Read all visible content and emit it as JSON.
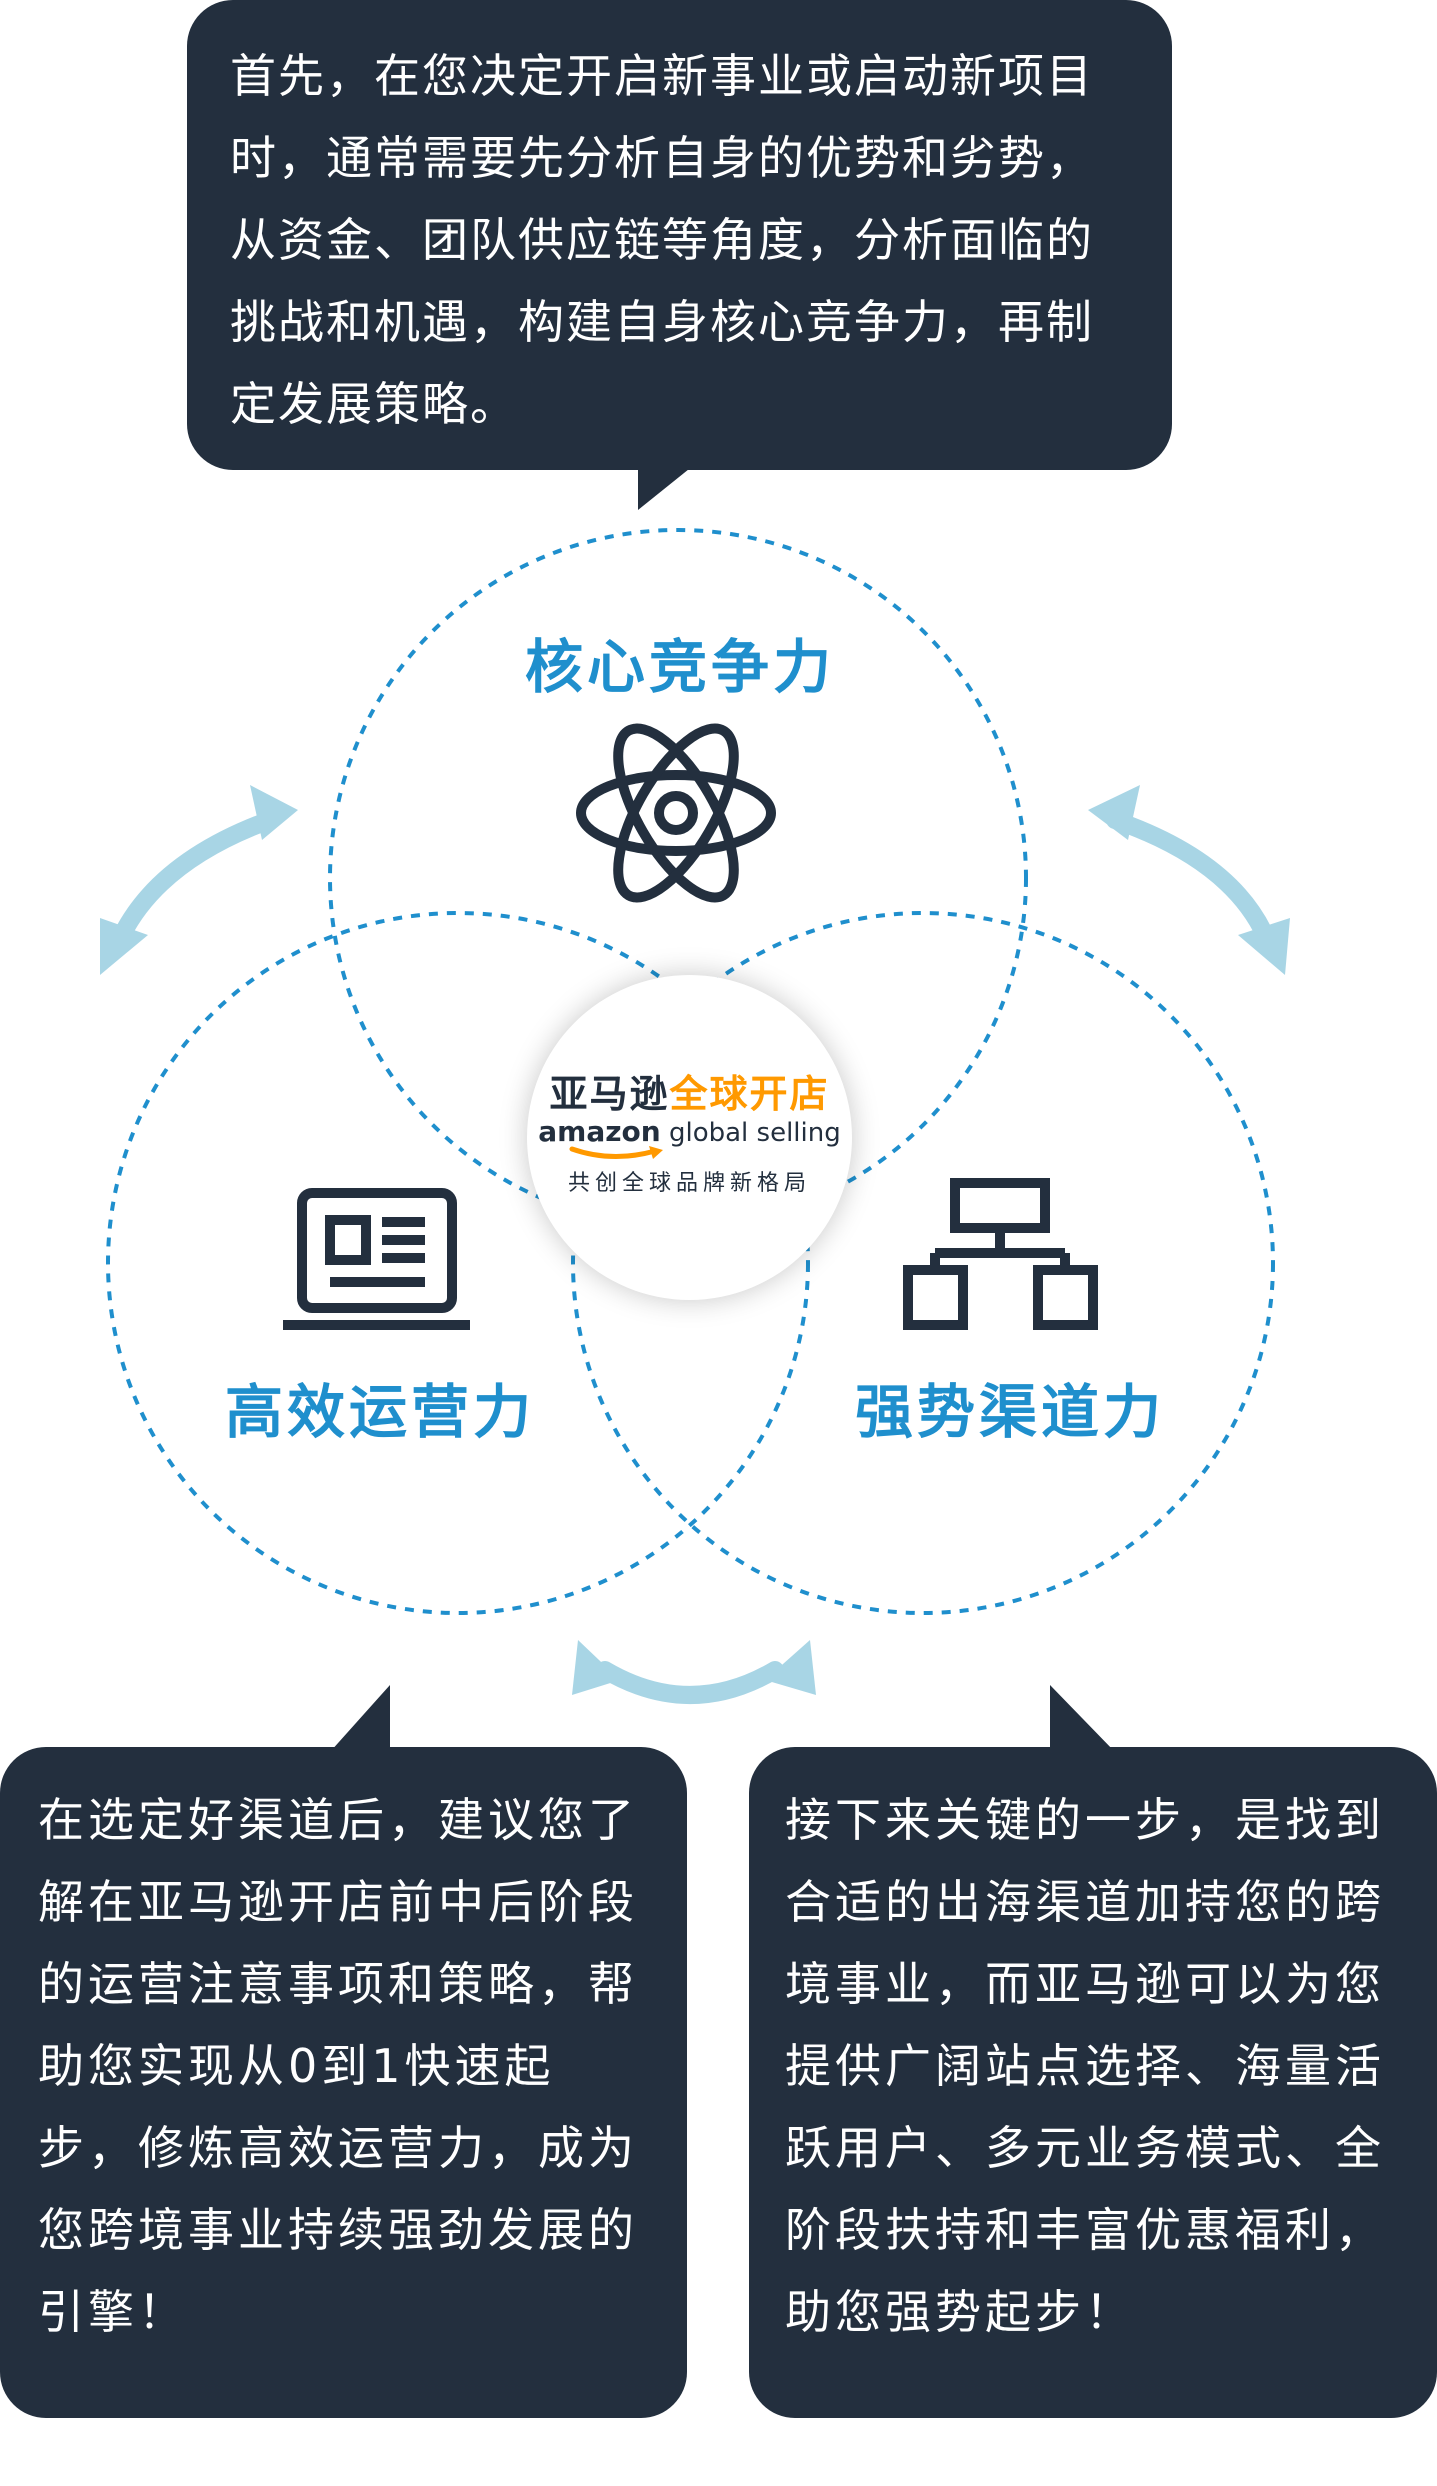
{
  "bubbles": {
    "top": "首先，在您决定开启新事业或启动新项目时，通常需要先分析自身的优势和劣势，从资金、团队供应链等角度，分析面临的挑战和机遇，构建自身核心竞争力，再制定发展策略。",
    "left": "在选定好渠道后，建议您了解在亚马逊开店前中后阶段的运营注意事项和策略，帮助您实现从0到1快速起步，修炼高效运营力，成为您跨境事业持续强劲发展的引擎！",
    "right": "接下来关键的一步，是找到合适的出海渠道加持您的跨境事业，而亚马逊可以为您提供广阔站点选择、海量活跃用户、多元业务模式、全阶段扶持和丰富优惠福利，助您强势起步！"
  },
  "circles": {
    "core": "核心竞争力",
    "operations": "高效运营力",
    "channel": "强势渠道力"
  },
  "logo": {
    "cn_dark": "亚马逊",
    "cn_orange": "全球开店",
    "en_bold": "amazon",
    "en_rest": " global selling",
    "slogan": "共创全球品牌新格局"
  },
  "icons": [
    "atom-icon",
    "profile-card-icon",
    "hierarchy-icon",
    "curved-double-arrow-icon"
  ],
  "colors": {
    "bubble_bg": "#232f3e",
    "circle_dash": "#1f8fcd",
    "title_blue": "#1f8fcd",
    "arrow": "#a8d5e5",
    "logo_orange": "#ff9900"
  }
}
